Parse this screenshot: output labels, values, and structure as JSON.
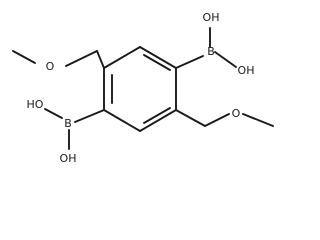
{
  "molecule": {
    "labels": {
      "o_left_ether": "O",
      "b_top": "B",
      "oh_top_a": "OH",
      "oh_top_b": "OH",
      "b_left": "B",
      "ho_left_a": "HO",
      "oh_left_b": "OH",
      "o_right_ether": "O"
    }
  }
}
